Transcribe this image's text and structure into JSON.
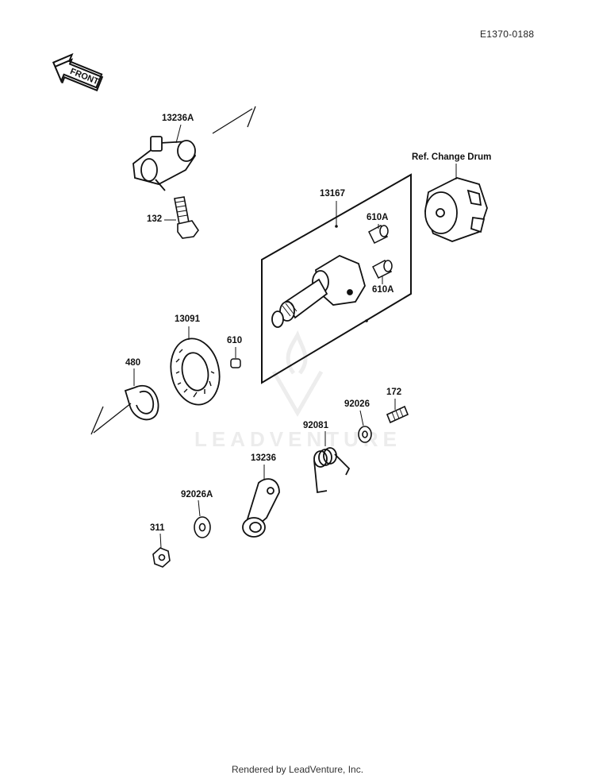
{
  "diagram_code": "E1370-0188",
  "front_label": "FRONT",
  "watermark": "LEADVENTURE",
  "footer": "Rendered by LeadVenture, Inc.",
  "parts": {
    "p13236A": "13236A",
    "p132": "132",
    "p13167": "13167",
    "ref_drum": "Ref. Change Drum",
    "p610A_top": "610A",
    "p610A_bot": "610A",
    "p13091": "13091",
    "p610": "610",
    "p480": "480",
    "p92026": "92026",
    "p172": "172",
    "p92081": "92081",
    "p13236": "13236",
    "p92026A": "92026A",
    "p311": "311"
  }
}
